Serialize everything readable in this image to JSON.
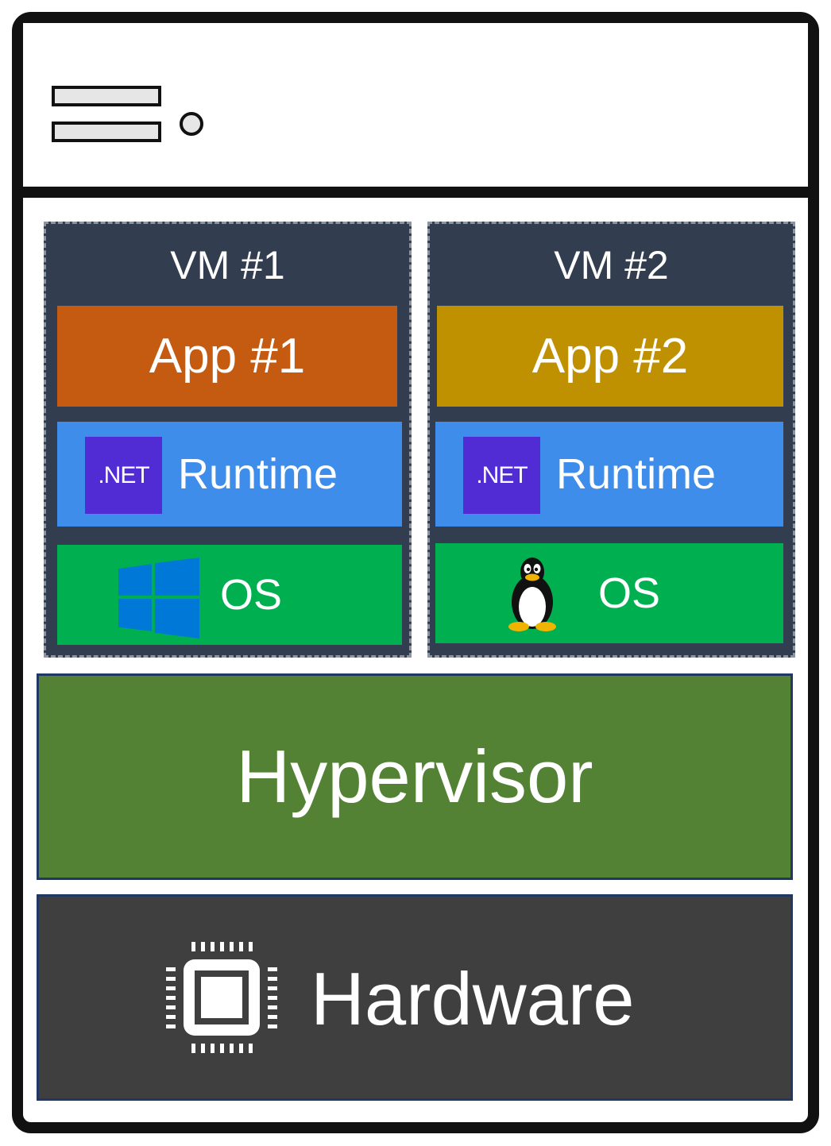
{
  "vms": [
    {
      "title": "VM #1",
      "app_label": "App #1",
      "app_color": "#c55a11",
      "runtime_badge": ".NET",
      "runtime_label": "Runtime",
      "os_icon": "windows-logo-icon",
      "os_label": "OS"
    },
    {
      "title": "VM #2",
      "app_label": "App #2",
      "app_color": "#bf9000",
      "runtime_badge": ".NET",
      "runtime_label": "Runtime",
      "os_icon": "linux-tux-icon",
      "os_label": "OS"
    }
  ],
  "hypervisor": {
    "label": "Hypervisor",
    "color": "#548235"
  },
  "hardware": {
    "label": "Hardware",
    "icon": "cpu-chip-icon",
    "color": "#3f3f3f"
  },
  "colors": {
    "vm_background": "#323e4f",
    "runtime": "#3f8dea",
    "dotnet_badge": "#512bd4",
    "os": "#00b050"
  }
}
